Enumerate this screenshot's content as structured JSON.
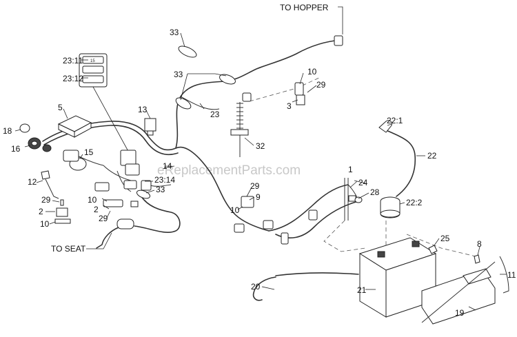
{
  "watermark": "eReplacementParts.com",
  "labels": {
    "to_hopper": "TO HOPPER",
    "to_seat": "TO SEAT",
    "p1": "1",
    "p2a": "2",
    "p2b": "2",
    "p3": "3",
    "p5": "5",
    "p8": "8",
    "p9": "9",
    "p10a": "10",
    "p10b": "10",
    "p10c": "10",
    "p10d": "10",
    "p11": "11",
    "p12": "12",
    "p13": "13",
    "p14": "14",
    "p15": "15",
    "p16": "16",
    "p18": "18",
    "p19": "19",
    "p20": "20",
    "p21": "21",
    "p22": "22",
    "p22_1": "22:1",
    "p22_2": "22:2",
    "p23": "23",
    "p23_11": "23:11",
    "p23_12": "23:12",
    "p23_14": "23:14",
    "p24": "24",
    "p25": "25",
    "p28": "28",
    "p29a": "29",
    "p29b": "29",
    "p29c": "29",
    "p29d": "29",
    "p32": "32",
    "p33a": "33",
    "p33b": "33",
    "p33c": "33",
    "fuse_text": "15"
  }
}
